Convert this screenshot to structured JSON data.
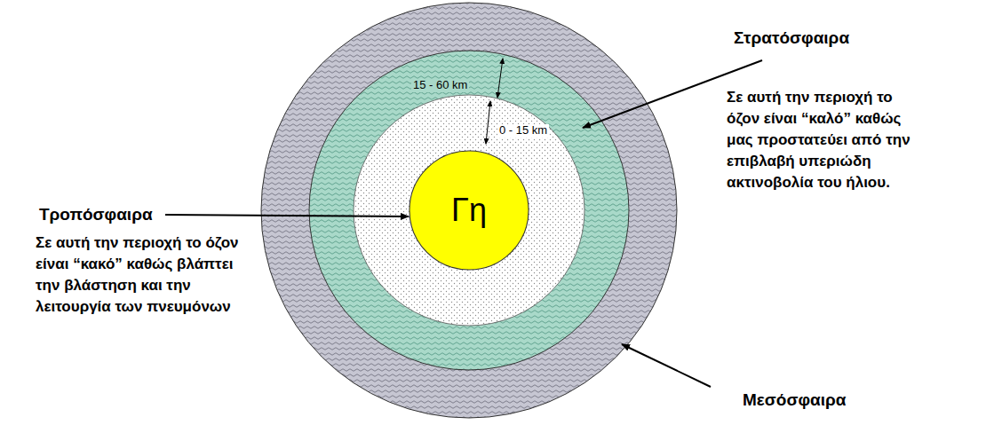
{
  "diagram": {
    "nodes": [
      {
        "text": [
          "Γη"
        ]
      }
    ],
    "labels": [
      "Στρατόσφαιρα",
      "15 - 60 km",
      "0 - 15 km",
      "Σε αυτή την περιοχή το όζον είναι “καλό” καθώς μας προστατεύει από την επιβλαβή υπεριώδη ακτινοβολία του ήλιου.",
      "Τροπόσφαιρα",
      "Σε αυτή την περιοχή το όζον είναι “κακό” καθώς βλάπτει την βλάστηση και την λειτουργία των πνευμόνων",
      "Μεσόσφαιρα"
    ]
  }
}
